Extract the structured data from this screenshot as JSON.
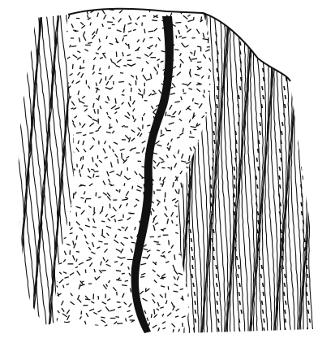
{
  "figure": {
    "ink_color": "#111111",
    "paper_color": "#ffffff",
    "regions": [
      {
        "id": "left-striated-band",
        "pattern": "fine-vertical-lines"
      },
      {
        "id": "central-speckled-band",
        "pattern": "short-dashes"
      },
      {
        "id": "black-vein",
        "pattern": "solid"
      },
      {
        "id": "right-striated-band",
        "pattern": "vertical-lines-with-dashes"
      }
    ]
  }
}
